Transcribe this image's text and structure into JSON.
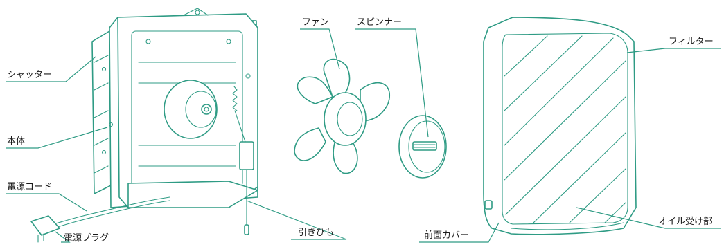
{
  "colors": {
    "line": "#2e9b84",
    "text": "#1a1a1a",
    "background": "#ffffff"
  },
  "labels": {
    "shutter": "シャッター",
    "body": "本体",
    "power_cord": "電源コード",
    "power_plug": "電源プラグ",
    "pull_cord": "引きひも",
    "fan": "ファン",
    "spinner": "スピンナー",
    "front_cover": "前面カバー",
    "filter": "フィルター",
    "oil_tray": "オイル受け部"
  }
}
